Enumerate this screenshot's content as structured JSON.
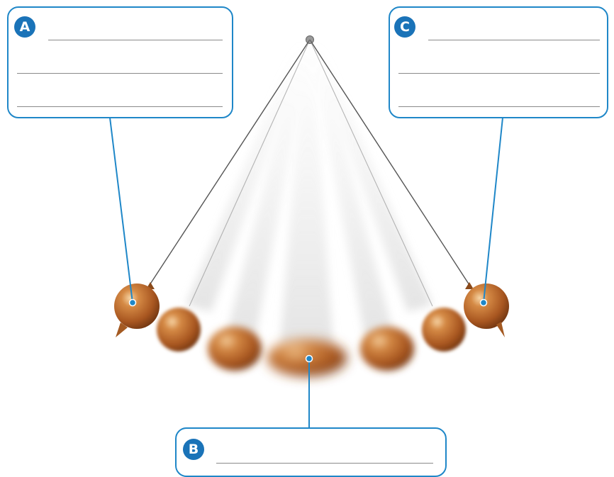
{
  "labels": {
    "a": "A",
    "b": "B",
    "c": "C"
  },
  "colors": {
    "accent": "#1f87c8",
    "badge": "#1a73b8",
    "bob": "#b8672a",
    "string": "#555555"
  }
}
